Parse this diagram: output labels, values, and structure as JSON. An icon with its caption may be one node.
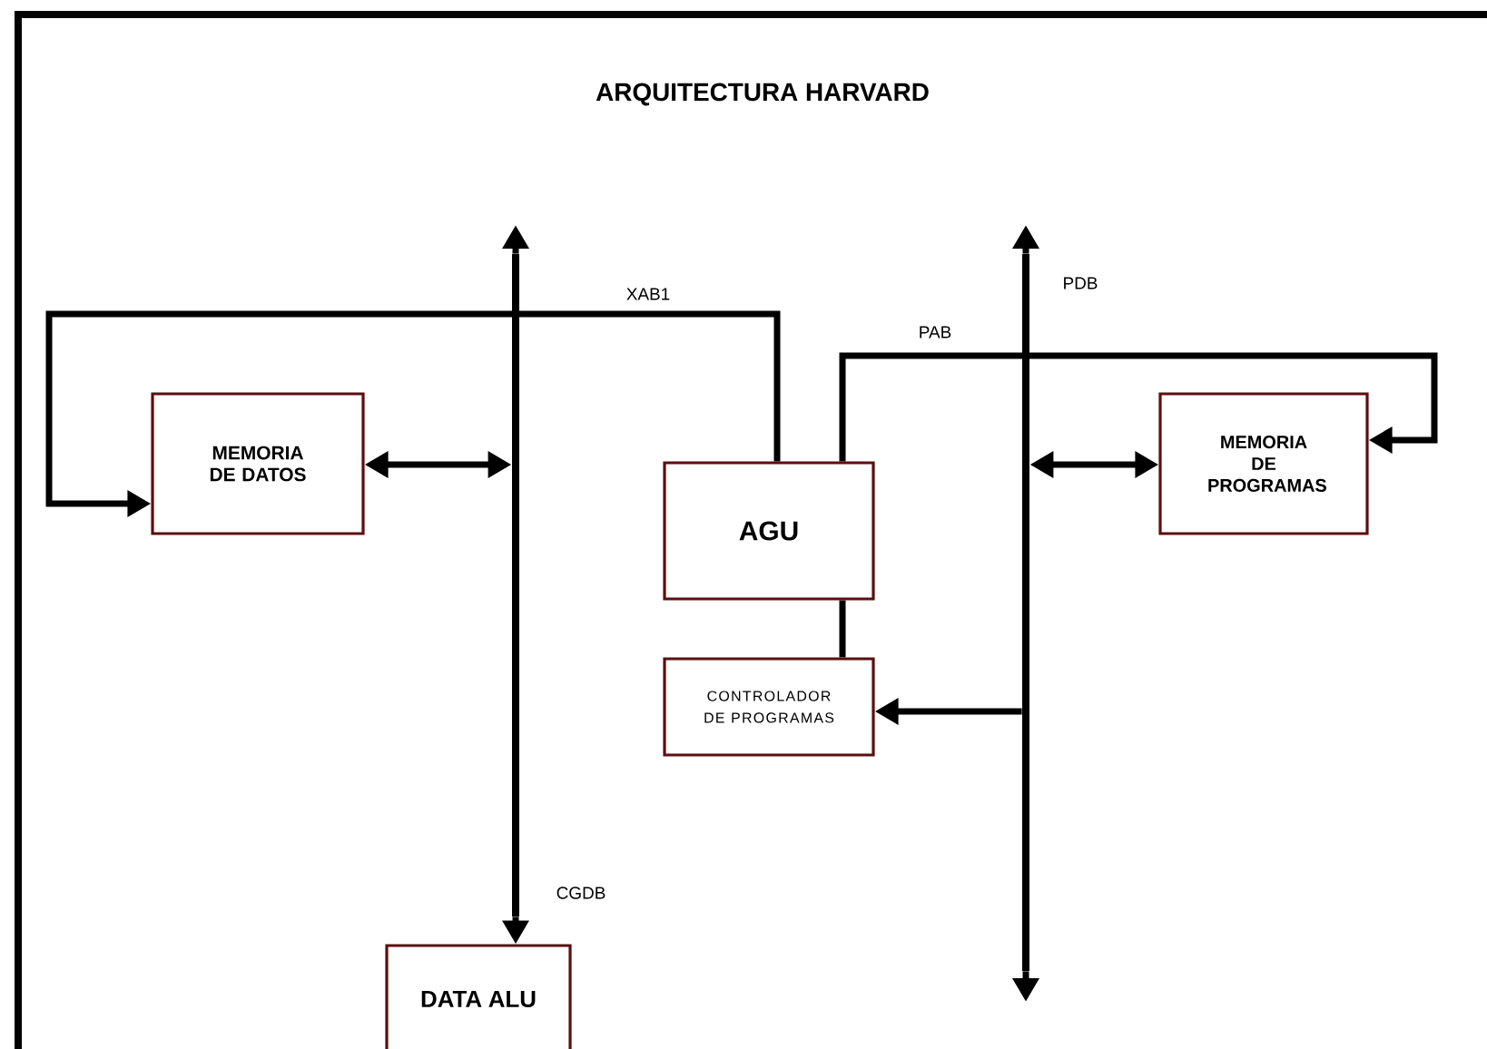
{
  "diagram": {
    "title": "ARQUITECTURA HARVARD",
    "nodes": [
      {
        "text": [
          "MEMORIA DE DATOS"
        ]
      },
      {
        "text": [
          "AGU"
        ]
      },
      {
        "text": [
          "MEMORIA DE PROGRAMAS"
        ]
      },
      {
        "text": [
          "CONTROLADOR DE PROGRAMAS"
        ]
      },
      {
        "text": [
          "DATA ALU"
        ]
      },
      {
        "text": [],
        "shape": "bar",
        "beside": [
          "CGDB"
        ]
      },
      {
        "text": [],
        "shape": "bar",
        "beside": [
          "PDB"
        ]
      }
    ],
    "edges": [
      {
        "from": 1,
        "to": 0,
        "arrow": "to",
        "label": "XAB1"
      },
      {
        "from": 1,
        "to": 2,
        "arrow": "to",
        "label": "PAB"
      },
      {
        "from": 0,
        "to": 5,
        "arrow": "both"
      },
      {
        "from": 5,
        "to": null,
        "arrow": "to"
      },
      {
        "from": 5,
        "to": 4,
        "arrow": "to"
      },
      {
        "from": 1,
        "to": 3,
        "arrow": "none"
      },
      {
        "from": 6,
        "to": 2,
        "arrow": "both"
      },
      {
        "from": 6,
        "to": 3,
        "arrow": "to"
      },
      {
        "from": 6,
        "to": null,
        "arrow": "to"
      },
      {
        "from": 6,
        "to": null,
        "arrow": "to"
      }
    ]
  }
}
